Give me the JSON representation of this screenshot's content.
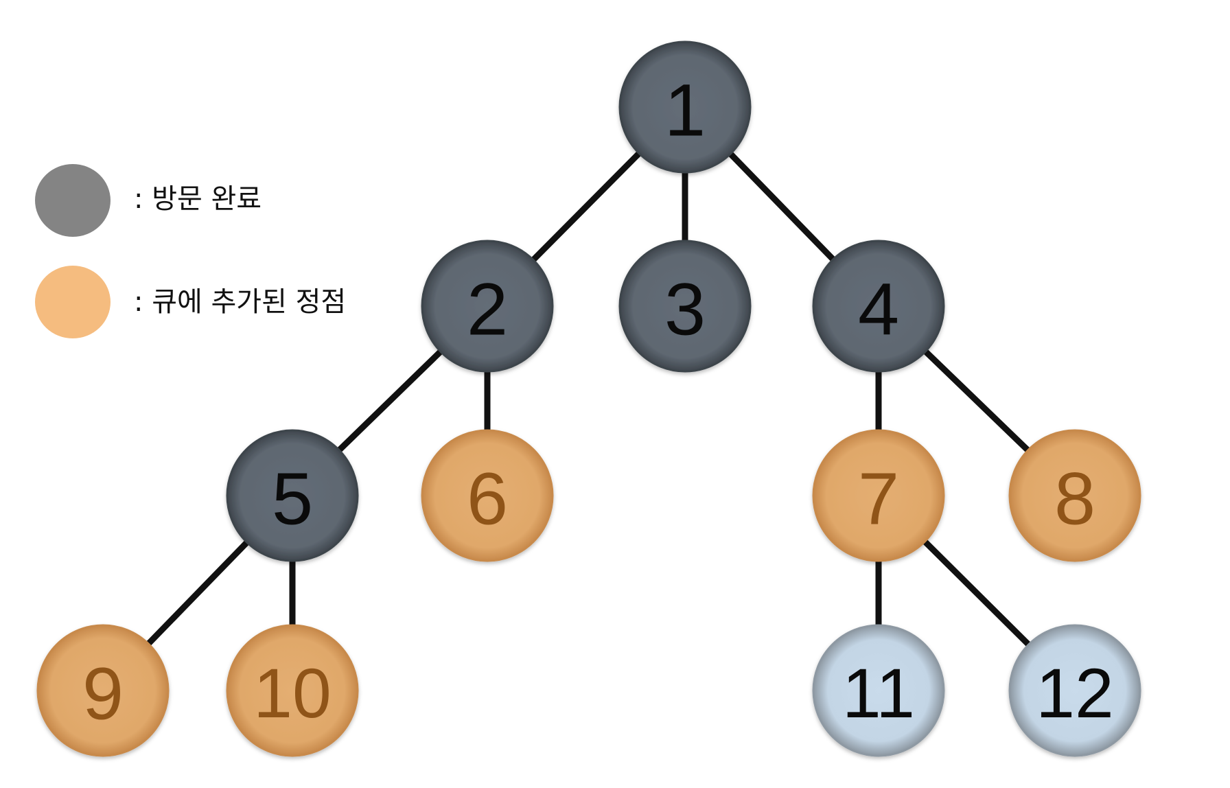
{
  "legend": [
    {
      "state": "visited",
      "text": ":  방문 완료"
    },
    {
      "state": "queued",
      "text": ":  큐에 추가된 정점"
    }
  ],
  "states": {
    "visited": {
      "fill": "#5f6872",
      "edge": "#3e454c",
      "text": "#0a0a0a"
    },
    "queued": {
      "fill": "#e2ab6e",
      "edge": "#c88a4c",
      "text": "#8f5418"
    },
    "unvisited": {
      "fill": "#c6d8e8",
      "edge": "#8e99a3",
      "text": "#0a0a0a"
    }
  },
  "legend_swatches": {
    "visited": "#848484",
    "queued": "#f5bc7f"
  },
  "edge_color": "#111111",
  "nodes": [
    {
      "id": "1",
      "label": "1",
      "state": "visited"
    },
    {
      "id": "2",
      "label": "2",
      "state": "visited"
    },
    {
      "id": "3",
      "label": "3",
      "state": "visited"
    },
    {
      "id": "4",
      "label": "4",
      "state": "visited"
    },
    {
      "id": "5",
      "label": "5",
      "state": "visited"
    },
    {
      "id": "6",
      "label": "6",
      "state": "queued"
    },
    {
      "id": "7",
      "label": "7",
      "state": "queued"
    },
    {
      "id": "8",
      "label": "8",
      "state": "queued"
    },
    {
      "id": "9",
      "label": "9",
      "state": "queued"
    },
    {
      "id": "10",
      "label": "10",
      "state": "queued"
    },
    {
      "id": "11",
      "label": "11",
      "state": "unvisited"
    },
    {
      "id": "12",
      "label": "12",
      "state": "unvisited"
    }
  ],
  "edges": [
    [
      "1",
      "2"
    ],
    [
      "1",
      "3"
    ],
    [
      "1",
      "4"
    ],
    [
      "2",
      "5"
    ],
    [
      "2",
      "6"
    ],
    [
      "4",
      "7"
    ],
    [
      "4",
      "8"
    ],
    [
      "5",
      "9"
    ],
    [
      "5",
      "10"
    ],
    [
      "7",
      "11"
    ],
    [
      "7",
      "12"
    ]
  ]
}
